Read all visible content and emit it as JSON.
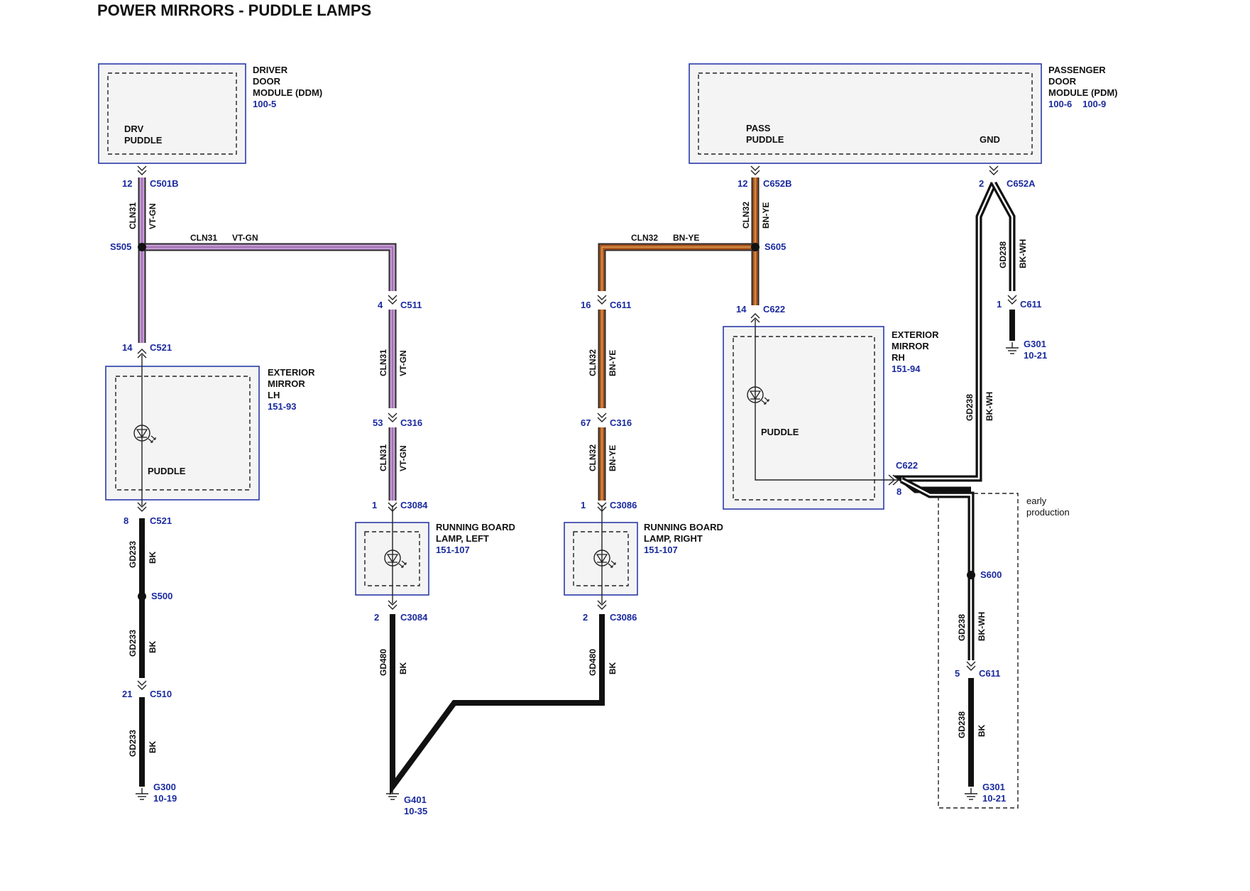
{
  "title": "POWER MIRRORS - PUDDLE LAMPS",
  "colors": {
    "vt_gn": "#c69ad6",
    "bn_ye": "#b0571e",
    "bk": "#111111",
    "module_border": "#2a3aa8",
    "label_blue": "#1a2a9e"
  },
  "modules": {
    "ddm": {
      "name": [
        "DRIVER",
        "DOOR",
        "MODULE (DDM)"
      ],
      "ref": "100-5",
      "pin": [
        "DRV",
        "PUDDLE"
      ]
    },
    "pdm": {
      "name": [
        "PASSENGER",
        "DOOR",
        "MODULE (PDM)"
      ],
      "ref1": "100-6",
      "ref2": "100-9",
      "pin1": [
        "PASS",
        "PUDDLE"
      ],
      "pin2": "GND"
    },
    "mirror_lh": {
      "name": [
        "EXTERIOR",
        "MIRROR",
        "LH"
      ],
      "ref": "151-93",
      "lamp": "PUDDLE"
    },
    "mirror_rh": {
      "name": [
        "EXTERIOR",
        "MIRROR",
        "RH"
      ],
      "ref": "151-94",
      "lamp": "PUDDLE"
    },
    "rb_left": {
      "name": [
        "RUNNING BOARD",
        "LAMP, LEFT"
      ],
      "ref": "151-107"
    },
    "rb_right": {
      "name": [
        "RUNNING BOARD",
        "LAMP, RIGHT"
      ],
      "ref": "151-107"
    }
  },
  "connectors": {
    "c501b": {
      "pin": "12",
      "id": "C501B"
    },
    "s505": "S505",
    "c521_top": {
      "pin": "14",
      "id": "C521"
    },
    "c521_bot": {
      "pin": "8",
      "id": "C521"
    },
    "s500": "S500",
    "c510": {
      "pin": "21",
      "id": "C510"
    },
    "g300": {
      "id": "G300",
      "ref": "10-19"
    },
    "c511": {
      "pin": "4",
      "id": "C511"
    },
    "c316_l": {
      "pin": "53",
      "id": "C316"
    },
    "c3084_top": {
      "pin": "1",
      "id": "C3084"
    },
    "c3084_bot": {
      "pin": "2",
      "id": "C3084"
    },
    "g401": {
      "id": "G401",
      "ref": "10-35"
    },
    "c611_16": {
      "pin": "16",
      "id": "C611"
    },
    "c316_r": {
      "pin": "67",
      "id": "C316"
    },
    "c3086_top": {
      "pin": "1",
      "id": "C3086"
    },
    "c3086_bot": {
      "pin": "2",
      "id": "C3086"
    },
    "c652b": {
      "pin": "12",
      "id": "C652B"
    },
    "s605": "S605",
    "c622_top": {
      "pin": "14",
      "id": "C622"
    },
    "c622_side": {
      "pin": "8",
      "id": "C622"
    },
    "c652a": {
      "pin": "2",
      "id": "C652A"
    },
    "c611_1": {
      "pin": "1",
      "id": "C611"
    },
    "g301_top": {
      "id": "G301",
      "ref": "10-21"
    },
    "s600": "S600",
    "c611_5": {
      "pin": "5",
      "id": "C611"
    },
    "g301_bot": {
      "id": "G301",
      "ref": "10-21"
    }
  },
  "wires": {
    "cln31": "CLN31",
    "vt_gn": "VT-GN",
    "cln32": "CLN32",
    "bn_ye": "BN-YE",
    "gd233": "GD233",
    "gd480": "GD480",
    "gd238": "GD238",
    "bk": "BK",
    "bk_wh": "BK-WH"
  },
  "notes": {
    "early_production": [
      "early",
      "production"
    ]
  }
}
